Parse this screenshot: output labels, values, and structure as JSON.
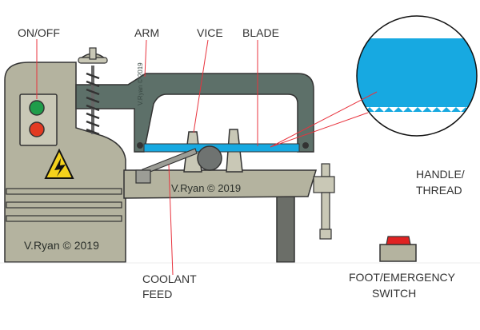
{
  "labels": {
    "on_off": "ON/OFF",
    "arm": "ARM",
    "vice": "VICE",
    "blade": "BLADE",
    "handle_line1": "HANDLE/",
    "handle_line2": "THREAD",
    "coolant_line1": "COOLANT",
    "coolant_line2": "FEED",
    "foot_line1": "FOOT/EMERGENCY",
    "foot_line2": "SWITCH"
  },
  "watermarks": {
    "base": "V.Ryan © 2019",
    "table": "V.Ryan © 2019",
    "arm": "V.Ryan © 2019"
  },
  "colors": {
    "body": "#b4b39f",
    "arm": "#5d7069",
    "blade": "#17a9e1",
    "outline": "#333333",
    "leader": "#e8333d",
    "button_green": "#1f9d4a",
    "button_red": "#e23a22",
    "foot_button": "#e02222",
    "warning": "#f4d21c",
    "leg": "#6b6e68"
  },
  "icons": {
    "warning": "high-voltage-warning-icon"
  }
}
